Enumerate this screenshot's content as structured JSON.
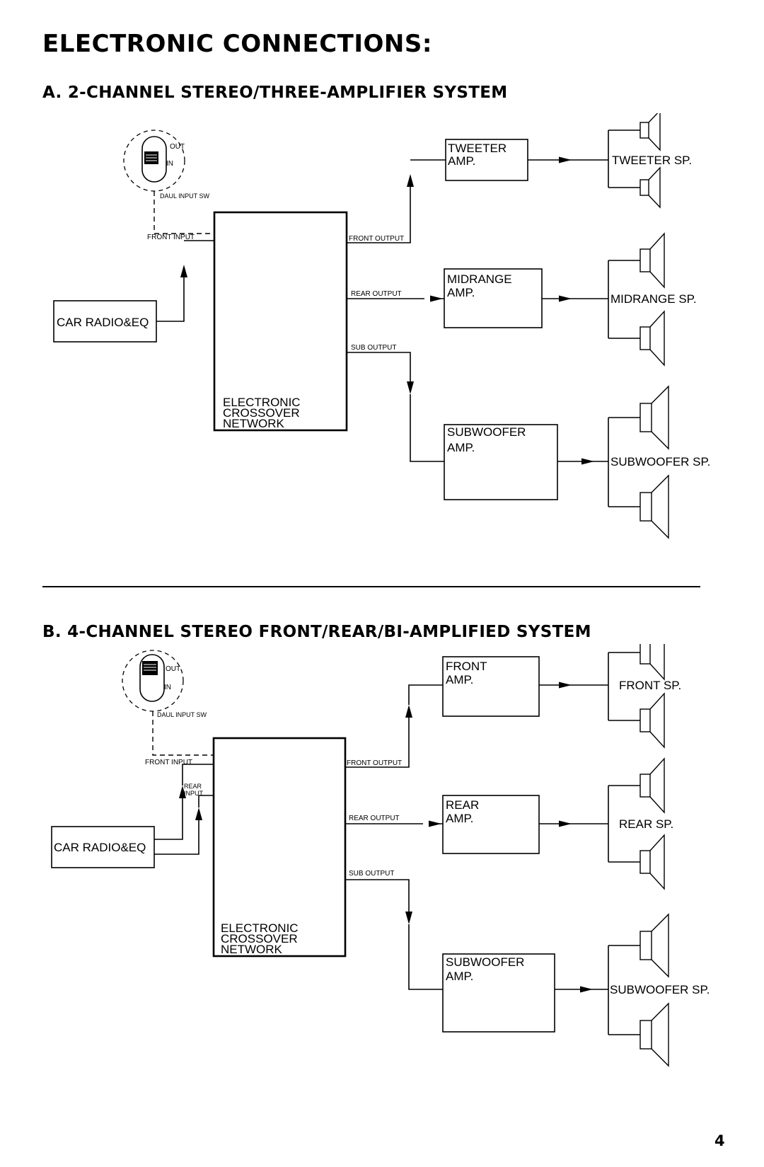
{
  "page": {
    "title": "ELECTRONIC CONNECTIONS:",
    "page_number": "4"
  },
  "section_a": {
    "title": "A.  2-CHANNEL STEREO/THREE-AMPLIFIER SYSTEM",
    "switch": {
      "out_label": "OUT",
      "in_label": "IN",
      "caption": "DAUL INPUT SW"
    },
    "source_label": "CAR RADIO&EQ",
    "front_input_label": "FRONT INPUT",
    "crossover_label": [
      "ELECTRONIC",
      "CROSSOVER",
      "NETWORK"
    ],
    "outputs": {
      "front": "FRONT OUTPUT",
      "rear": "REAR OUTPUT",
      "sub": "SUB OUTPUT"
    },
    "amps": [
      {
        "line1": "TWEETER",
        "line2": "AMP."
      },
      {
        "line1": "MIDRANGE",
        "line2": "AMP."
      },
      {
        "line1": "SUBWOOFER",
        "line2": "AMP."
      }
    ],
    "speakers": [
      "TWEETER SP.",
      "MIDRANGE SP.",
      "SUBWOOFER SP."
    ]
  },
  "section_b": {
    "title": "B.  4-CHANNEL STEREO FRONT/REAR/BI-AMPLIFIED SYSTEM",
    "switch": {
      "out_label": "OUT",
      "in_label": "IN",
      "caption": "DAUL INPUT SW"
    },
    "source_label": "CAR RADIO&EQ",
    "front_input_label": "FRONT INPUT",
    "rear_input_label": [
      "REAR",
      "INPUT"
    ],
    "crossover_label": [
      "ELECTRONIC",
      "CROSSOVER",
      "NETWORK"
    ],
    "outputs": {
      "front": "FRONT OUTPUT",
      "rear": "REAR OUTPUT",
      "sub": "SUB OUTPUT"
    },
    "amps": [
      {
        "line1": "FRONT",
        "line2": "AMP."
      },
      {
        "line1": "REAR",
        "line2": "AMP."
      },
      {
        "line1": "SUBWOOFER",
        "line2": "AMP."
      }
    ],
    "speakers": [
      "FRONT SP.",
      "REAR SP.",
      "SUBWOOFER SP."
    ]
  }
}
